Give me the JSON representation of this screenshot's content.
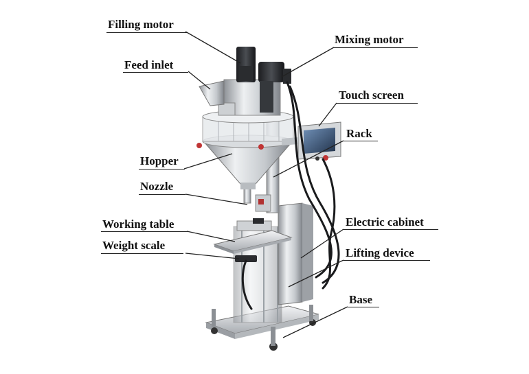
{
  "labels": {
    "filling_motor": "Filling motor",
    "mixing_motor": "Mixing motor",
    "feed_inlet": "Feed inlet",
    "touch_screen": "Touch screen",
    "rack": "Rack",
    "hopper": "Hopper",
    "nozzle": "Nozzle",
    "working_table": "Working table",
    "electric_cabinet": "Electric cabinet",
    "weight_scale": "Weight scale",
    "lifting_device": "Lifting device",
    "base": "Base"
  },
  "colors": {
    "steel_light": "#e6e8ea",
    "steel_mid": "#b9bdc1",
    "steel_dark": "#7d8186",
    "motor_dark": "#2b2d30",
    "cable": "#1a1b1d",
    "screen": "#3b4f6a",
    "label_text": "#111111",
    "leader_line": "#222222"
  }
}
